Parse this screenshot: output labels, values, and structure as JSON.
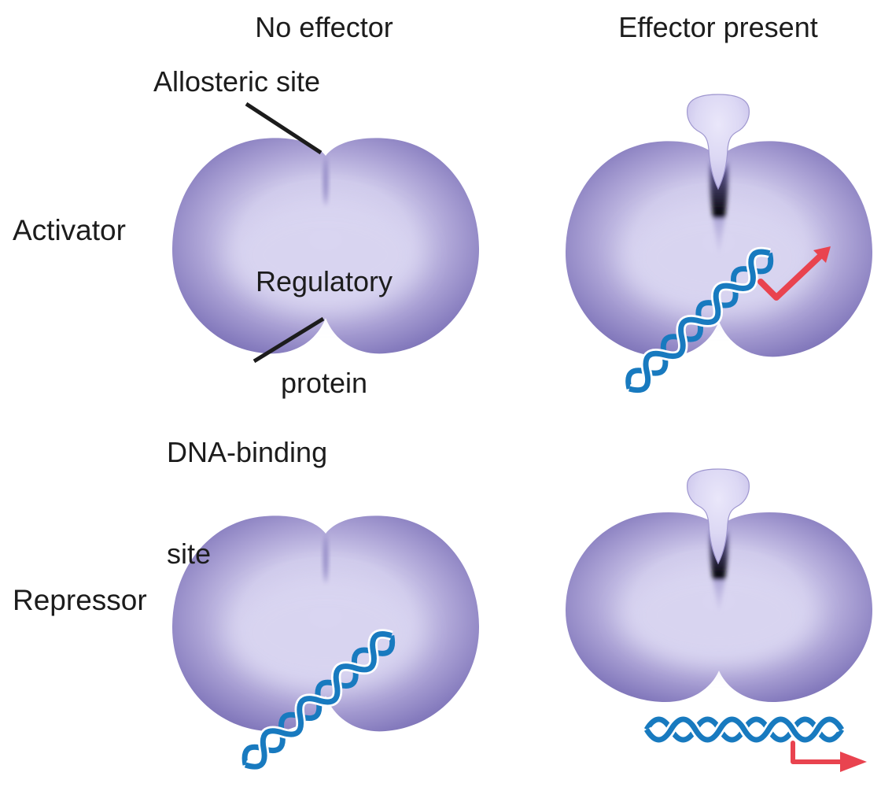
{
  "headers": {
    "no_effector": "No effector",
    "effector_present": "Effector present"
  },
  "row_labels": {
    "activator": "Activator",
    "repressor": "Repressor"
  },
  "callouts": {
    "allosteric_site": "Allosteric site",
    "regulatory_protein": {
      "line1": "Regulatory",
      "line2": "protein"
    },
    "dna_binding_site": {
      "line1": "DNA-binding",
      "line2": "site"
    }
  },
  "panels": [
    {
      "row": "Activator",
      "column": "No effector",
      "effector_bound": false,
      "dna_bound": false,
      "transcription_arrow": false
    },
    {
      "row": "Activator",
      "column": "Effector present",
      "effector_bound": true,
      "dna_bound": true,
      "transcription_arrow": true
    },
    {
      "row": "Repressor",
      "column": "No effector",
      "effector_bound": false,
      "dna_bound": true,
      "transcription_arrow": false
    },
    {
      "row": "Repressor",
      "column": "Effector present",
      "effector_bound": true,
      "dna_bound": false,
      "dna_released": true,
      "transcription_arrow": true
    }
  ],
  "colors": {
    "text_black": "#1c1c1c",
    "dna_blue": "#187abf",
    "arrow_red": "#e9434f",
    "protein_edge_purple": "#6f66ab",
    "protein_mid_purple": "#a79ed3",
    "protein_light_lavender": "#d7d3f0",
    "effector_lavender": "#dcd8f4",
    "background": "#ffffff"
  }
}
